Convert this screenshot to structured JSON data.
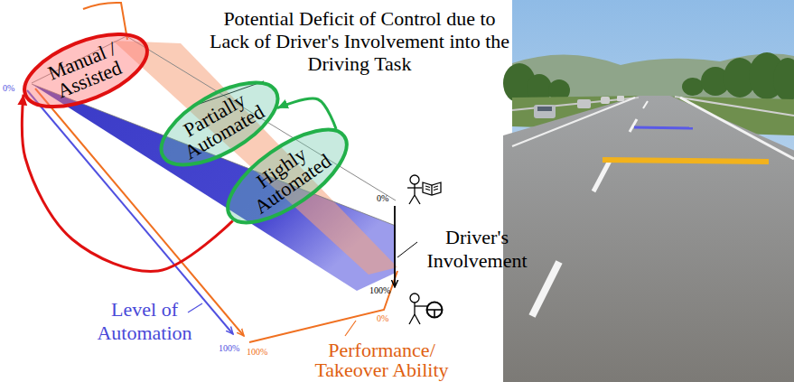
{
  "diagram": {
    "nodes": [
      {
        "text": [
          "Manual / Assisted"
        ]
      },
      {
        "text": [
          "Partially Automated"
        ]
      },
      {
        "text": [
          "Highly Automated"
        ]
      }
    ],
    "edges": [
      {
        "from": 2,
        "to": 0,
        "arrow": "to"
      },
      {
        "from": 2,
        "to": 1,
        "arrow": "to"
      }
    ],
    "labels": [
      "Potential Deficit of Control due to Lack of Driver's Involvement into the Driving Task",
      "0%",
      "0%",
      "Driver's Involvement",
      "100%",
      "0%",
      "Level of Automation",
      "100%",
      "100%",
      "Performance/ Takeover Ability"
    ]
  }
}
